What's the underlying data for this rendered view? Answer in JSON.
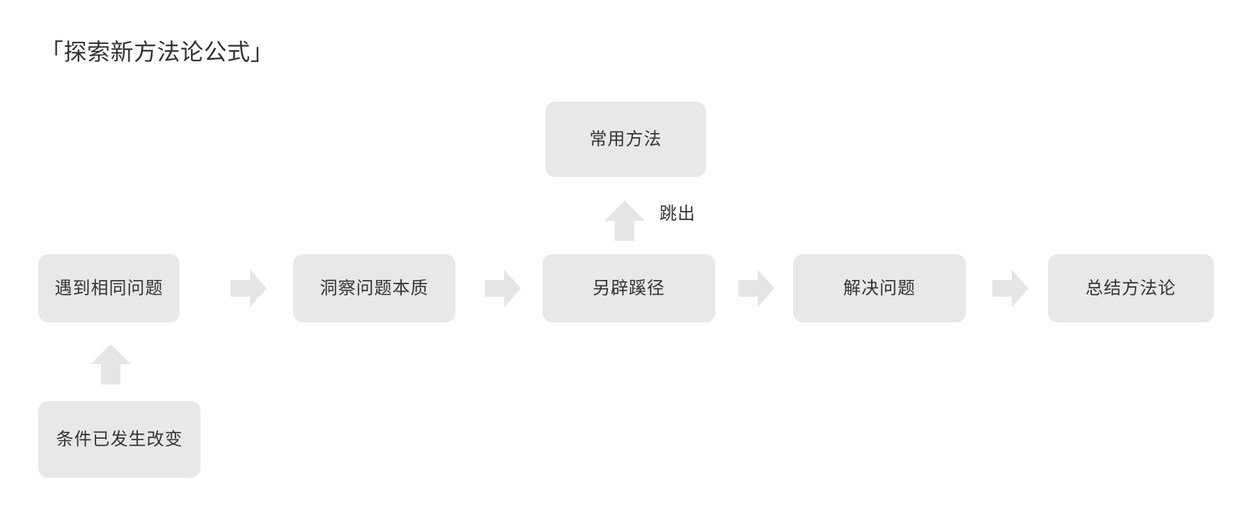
{
  "page": {
    "title": "「探索新方法论公式」",
    "background_color": "#ffffff",
    "node_fill_color": "#e8e8e8",
    "arrow_fill_color": "#e5e5e5",
    "text_color": "#333333"
  },
  "diagram": {
    "type": "flowchart",
    "orientation": "horizontal",
    "process_nodes": [
      {
        "id": "n1",
        "label": "遇到相同问题"
      },
      {
        "id": "n2",
        "label": "洞察问题本质"
      },
      {
        "id": "n3",
        "label": "另辟蹊径"
      },
      {
        "id": "n4",
        "label": "解决问题"
      },
      {
        "id": "n5",
        "label": "总结方法论"
      }
    ],
    "aux_nodes": [
      {
        "id": "top",
        "label": "常用方法",
        "position": "above-n3"
      },
      {
        "id": "bottom",
        "label": "条件已发生改变",
        "position": "below-n1"
      }
    ],
    "connectors": [
      {
        "from": "n1",
        "to": "n2",
        "direction": "right",
        "label": ""
      },
      {
        "from": "n2",
        "to": "n3",
        "direction": "right",
        "label": ""
      },
      {
        "from": "n3",
        "to": "n4",
        "direction": "right",
        "label": ""
      },
      {
        "from": "n4",
        "to": "n5",
        "direction": "right",
        "label": ""
      },
      {
        "from": "n3",
        "to": "top",
        "direction": "up",
        "label": "跳出"
      },
      {
        "from": "bottom",
        "to": "n1",
        "direction": "up",
        "label": ""
      }
    ],
    "edge_labels": {
      "jump_out": "跳出"
    }
  }
}
